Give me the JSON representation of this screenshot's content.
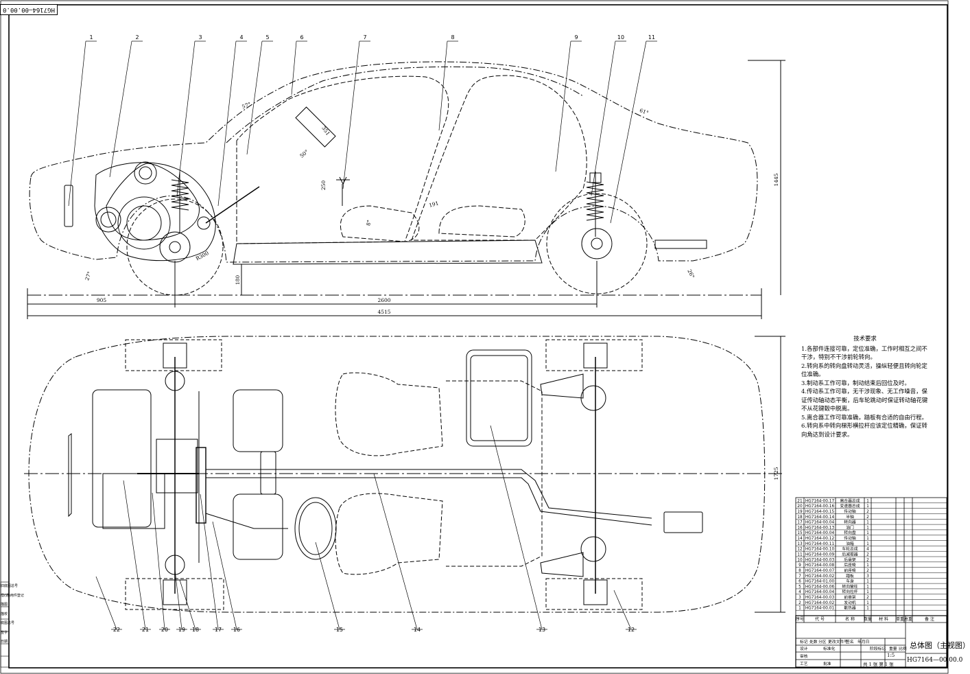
{
  "frame_tag": "HG7164—00.00.0",
  "dimensions": {
    "front_overhang": "905",
    "wheelbase": "2600",
    "length": "4515",
    "height": "1445",
    "width": "1725",
    "ground_clearance": "180",
    "seat_height": "250",
    "wheel_radius": "R300",
    "steering_length": "351",
    "approach_angle": "27°",
    "departure_angle": "26°",
    "windshield_angle": "57°",
    "rear_window_angle": "61°",
    "steering_angle": "50°",
    "seat_back_angle": "8°",
    "seat_dim": "191"
  },
  "callouts": [
    "1",
    "2",
    "3",
    "4",
    "5",
    "6",
    "7",
    "8",
    "9",
    "10",
    "11",
    "12",
    "13",
    "14",
    "15",
    "16",
    "17",
    "18",
    "19",
    "20",
    "21",
    "22"
  ],
  "tech_requirements": {
    "title": "技术要求",
    "items": [
      "1.各部件连接可靠，定位准确，工作时相互之间不干涉，特别不干涉前轮转向。",
      "2.转向系的转向盘转动灵活，操纵轻便且转向轮定位准确。",
      "3.制动系工作可靠，制动结束后回位及时。",
      "4.传动系工作可靠，无干涉现象、无工作噪音，保证传动轴动态平衡，后车轮跳动时保证转动轴花键不从花键毂中脱离。",
      "5.离合器工作可靠准确，踏板有合适的自由行程。",
      "6.转向系中转向梯形横拉杆应该定位精确，保证转向角达到设计要求。"
    ]
  },
  "bom": [
    {
      "no": "21",
      "code": "HG7164-00.17",
      "name": "离合器总成",
      "qty": "1"
    },
    {
      "no": "20",
      "code": "HG7164-00.16",
      "name": "变速器总成",
      "qty": "1"
    },
    {
      "no": "19",
      "code": "HG7164-00.15",
      "name": "传动轴",
      "qty": "2"
    },
    {
      "no": "18",
      "code": "HG7164-00.14",
      "name": "半轴",
      "qty": "2"
    },
    {
      "no": "17",
      "code": "HG7164-00.04",
      "name": "转向器",
      "qty": "1"
    },
    {
      "no": "16",
      "code": "HG7164-00.13",
      "name": "油门",
      "qty": "1"
    },
    {
      "no": "15",
      "code": "HG7164-00.04",
      "name": "转向盘",
      "qty": "1"
    },
    {
      "no": "14",
      "code": "HG7164-00.12",
      "name": "传动轴",
      "qty": "1"
    },
    {
      "no": "13",
      "code": "HG7164-00.11",
      "name": "油箱",
      "qty": "1"
    },
    {
      "no": "12",
      "code": "HG7164-00.10",
      "name": "车轮总成",
      "qty": "4"
    },
    {
      "no": "11",
      "code": "HG7164-00.09",
      "name": "后减振器",
      "qty": "2"
    },
    {
      "no": "10",
      "code": "HG7164-00.03",
      "name": "后悬架",
      "qty": "2"
    },
    {
      "no": "9",
      "code": "HG7164-00.08",
      "name": "后座椅",
      "qty": "1"
    },
    {
      "no": "8",
      "code": "HG7164-00.07",
      "name": "前座椅",
      "qty": "2"
    },
    {
      "no": "7",
      "code": "HG7164-00.02",
      "name": "踏板",
      "qty": "3"
    },
    {
      "no": "6",
      "code": "HG7164-01.00",
      "name": "车身",
      "qty": "1"
    },
    {
      "no": "5",
      "code": "HG7164-00.06",
      "name": "转向管柱",
      "qty": "1"
    },
    {
      "no": "4",
      "code": "HG7164-00.04",
      "name": "转向拉杆",
      "qty": "1"
    },
    {
      "no": "3",
      "code": "HG7164-00.03",
      "name": "前悬架",
      "qty": "2"
    },
    {
      "no": "2",
      "code": "HG7164-00.02",
      "name": "发动机",
      "qty": "1"
    },
    {
      "no": "1",
      "code": "HG7164-00.01",
      "name": "散热器",
      "qty": "1"
    }
  ],
  "bom_header": [
    "序号",
    "代  号",
    "名  称",
    "数量",
    "材  料",
    "单重",
    "总重",
    "备  注"
  ],
  "title_block": {
    "drawing_title": "总体图（主视图）",
    "drawing_no": "HG7164—00.00.0",
    "scale": "1:5",
    "sheet": "共 1 张  第 1 张",
    "labels": [
      "标记",
      "处数",
      "分区",
      "更改文件号",
      "签名",
      "年月日",
      "设计",
      "标准化",
      "阶段标记",
      "重量",
      "比例",
      "审核",
      "工艺",
      "批准"
    ]
  },
  "left_strip": [
    "旧底图总号",
    "借(通)用件登记",
    "描图",
    "描校",
    "底图总号",
    "签字",
    "日期"
  ],
  "colors": {
    "line": "#000000",
    "paper": "#ffffff"
  }
}
